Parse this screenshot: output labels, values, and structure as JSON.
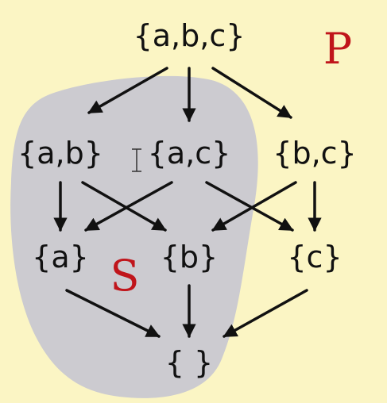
{
  "colors": {
    "background": "#fbf5c4",
    "subset_region": "#cccbd0",
    "text": "#111111",
    "edge": "#111111",
    "set_label": "#c0151b"
  },
  "labels": {
    "P": "P",
    "S": "S"
  },
  "nodes": [
    {
      "id": "abc",
      "text": "{a,b,c}"
    },
    {
      "id": "ab",
      "text": "{a,b}"
    },
    {
      "id": "ac",
      "text": "{a,c}"
    },
    {
      "id": "bc",
      "text": "{b,c}"
    },
    {
      "id": "a",
      "text": "{a}"
    },
    {
      "id": "b",
      "text": "{b}"
    },
    {
      "id": "c",
      "text": "{c}"
    },
    {
      "id": "empty",
      "text": "{ }"
    }
  ],
  "edges": [
    {
      "from": "abc",
      "to": "ab"
    },
    {
      "from": "abc",
      "to": "ac"
    },
    {
      "from": "abc",
      "to": "bc"
    },
    {
      "from": "ab",
      "to": "a"
    },
    {
      "from": "ab",
      "to": "b"
    },
    {
      "from": "ac",
      "to": "a"
    },
    {
      "from": "ac",
      "to": "c"
    },
    {
      "from": "bc",
      "to": "b"
    },
    {
      "from": "bc",
      "to": "c"
    },
    {
      "from": "a",
      "to": "empty"
    },
    {
      "from": "b",
      "to": "empty"
    },
    {
      "from": "c",
      "to": "empty"
    }
  ],
  "icons": {
    "text_cursor": "text-cursor-icon"
  }
}
